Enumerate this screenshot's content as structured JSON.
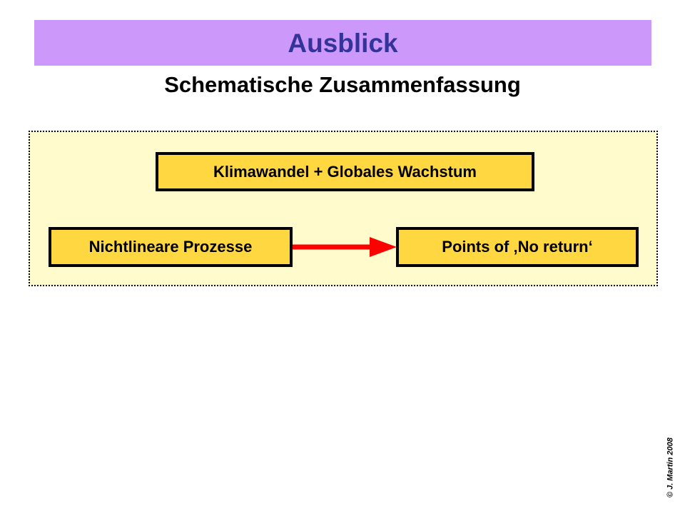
{
  "slide": {
    "title": "Ausblick",
    "subtitle": "Schematische Zusammenfassung",
    "credit": "© J. Martin 2008",
    "colors": {
      "banner_background": "#CC99FA",
      "title_text": "#333399",
      "frame_background": "#FFFBCC",
      "box_fill": "#FFD740",
      "box_border": "#000000",
      "arrow": "#FF0000",
      "page_background": "#FFFFFF"
    }
  },
  "diagram": {
    "boxes": [
      {
        "id": "climate",
        "label": "Klimawandel + Globales Wachstum"
      },
      {
        "id": "nonlinear",
        "label": "Nichtlineare Prozesse"
      },
      {
        "id": "noreturn",
        "label": "Points of ‚No return‘"
      }
    ],
    "connectors": [
      {
        "id": "nonlinear-to-noreturn",
        "from": "nonlinear",
        "to": "noreturn",
        "style": "solid-arrow",
        "color": "#FF0000"
      }
    ]
  }
}
